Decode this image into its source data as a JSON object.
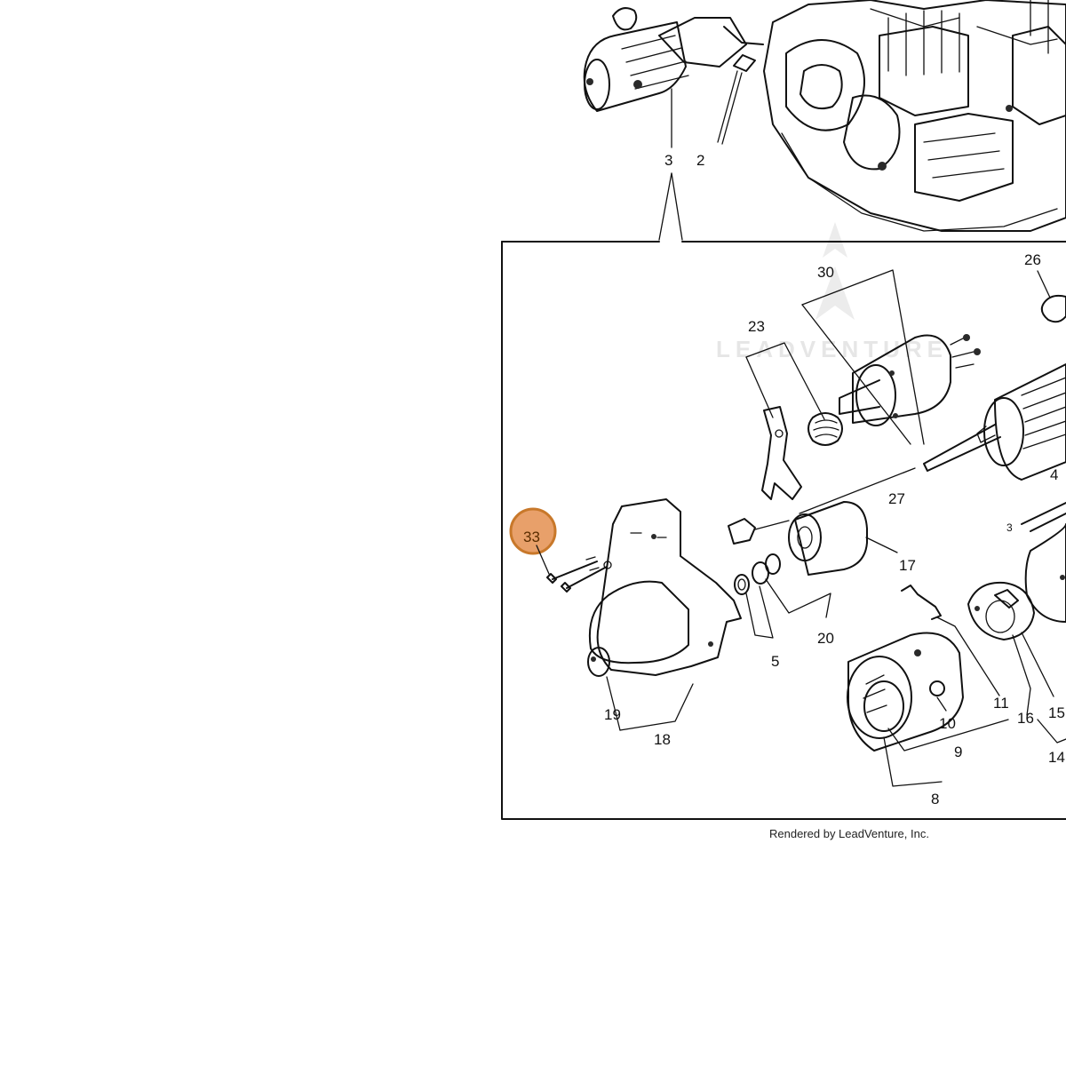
{
  "watermark": "LEADVENTURE",
  "credit": "Rendered by LeadVenture, Inc.",
  "highlight": {
    "part": "33",
    "fill": "#E8A06A",
    "stroke": "#C8782A"
  },
  "callouts": {
    "c2": "2",
    "c3": "3",
    "c26": "26",
    "c30": "30",
    "c23": "23",
    "c27": "27",
    "c4": "4",
    "c3b": "3",
    "c17": "17",
    "c20": "20",
    "c5": "5",
    "c19": "19",
    "c18": "18",
    "c11": "11",
    "c16": "16",
    "c15": "15",
    "c10": "10",
    "c9": "9",
    "c14": "14",
    "c8": "8"
  }
}
